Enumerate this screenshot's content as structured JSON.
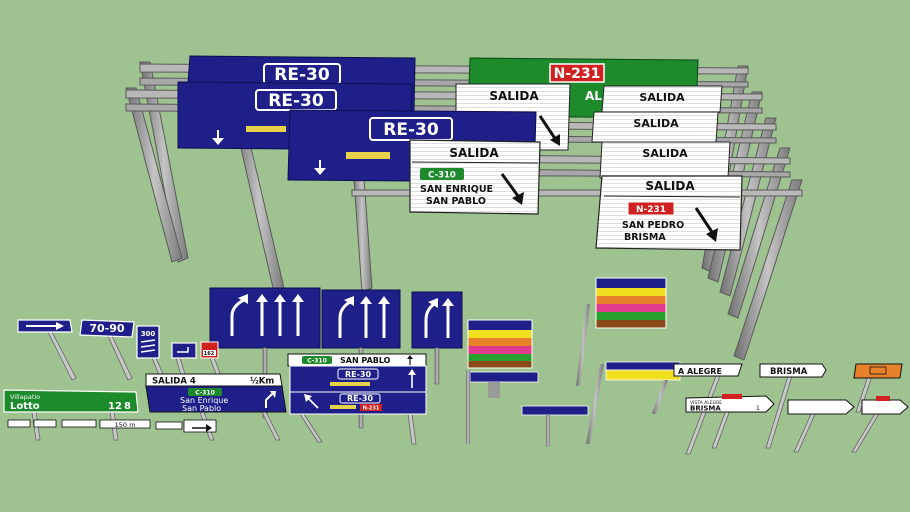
{
  "gantry": {
    "re30": "RE-30",
    "n231": "N-231",
    "salida": "SALIDA",
    "c310": "C-310",
    "san_enrique": "SAN ENRIQUE",
    "san_pablo": "SAN PABLO",
    "san_pedro": "SAN PEDRO",
    "brisma": "BRISMA",
    "partial_al": "AL"
  },
  "small": {
    "km7090": "70-90",
    "km300": "300",
    "km162": "162",
    "salida4": "SALIDA 4",
    "half_km": "½Km",
    "c310": "C-310",
    "san_enrique": "San Enrique",
    "san_pablo": "San Pablo",
    "villapatio": "Villapatio",
    "lotto": "Lotto",
    "lotto_km": "12",
    "lotto_km2": "8",
    "dist150": "150 m",
    "c310b": "C-310",
    "san_pablo_caps": "SAN PABLO",
    "re30": "RE-30",
    "n231": "N-231"
  },
  "right": {
    "vista_alegre_partial": "A ALEGRE",
    "brisma": "BRISMA",
    "vista_alegre_small": "VISTA ALEGRE",
    "brisma_small": "BRISMA",
    "km_small": "1"
  },
  "colors": {
    "background": "#9ec290",
    "sign_blue": "#1f1f8a",
    "sign_green": "#1d8a2c",
    "sign_red": "#d12020",
    "pole": "#9a9a9a"
  }
}
